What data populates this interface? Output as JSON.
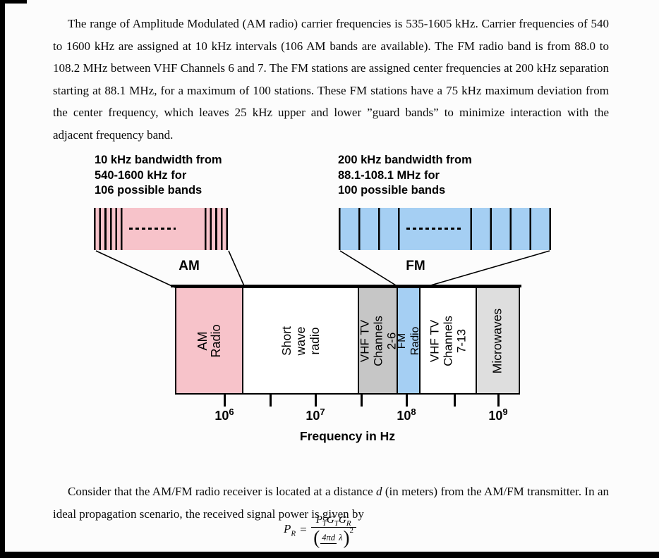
{
  "document": {
    "paragraph1": "The range of Amplitude Modulated (AM radio) carrier frequencies is 535-1605 kHz. Carrier frequencies of 540 to 1600 kHz are assigned at 10 kHz intervals (106 AM bands are available). The FM radio band is from 88.0 to 108.2 MHz between VHF Channels 6 and 7. The FM stations are assigned center frequencies at 200 kHz separation starting at 88.1 MHz, for a maximum of 100 stations. These FM stations have a 75 kHz maximum deviation from the center frequency, which leaves 25 kHz upper and lower ”guard bands” to minimize interaction with the adjacent frequency band.",
    "paragraph2_part1": "Consider that the AM/FM radio receiver is located at a distance ",
    "paragraph2_var": "d",
    "paragraph2_part2": " (in meters) from the AM/FM transmitter. In an ideal propagation scenario, the received signal power is given by"
  },
  "figure": {
    "left_callout": "10 kHz bandwidth from\n540-1600 kHz for\n106 possible bands",
    "right_callout": "200 kHz bandwidth from\n88.1-108.1 MHz for\n100 possible bands",
    "am_label": "AM",
    "fm_label": "FM",
    "left_box_color": "#f7c3ca",
    "right_box_color": "#a5cff3",
    "bands": [
      {
        "label": "AM Radio",
        "color": "#f7c3ca"
      },
      {
        "label": "Short wave\nradio",
        "color": "#ffffff"
      },
      {
        "label": "VHF TV\nChannels 2-6",
        "color": "#c6c6c6"
      },
      {
        "label": "FM Radio",
        "color": "#a5cff3"
      },
      {
        "label": "VHF TV\nChannels 7-13",
        "color": "#ffffff"
      },
      {
        "label": "Microwaves",
        "color": "#dedede"
      }
    ],
    "ticks": [
      {
        "base": "10",
        "exp": "6"
      },
      {
        "base": "10",
        "exp": "7"
      },
      {
        "base": "10",
        "exp": "8"
      },
      {
        "base": "10",
        "exp": "9"
      }
    ],
    "axis_label": "Frequency in Hz"
  },
  "formula": {
    "lhs": "P",
    "lhs_sub": "R",
    "equals": "=",
    "num": [
      {
        "b": "P",
        "s": "T"
      },
      {
        "b": "G",
        "s": "T"
      },
      {
        "b": "G",
        "s": "R"
      }
    ],
    "open_paren": "(",
    "close_paren": ")",
    "inner_num": "4πd",
    "inner_den": "λ",
    "exponent": "2"
  }
}
